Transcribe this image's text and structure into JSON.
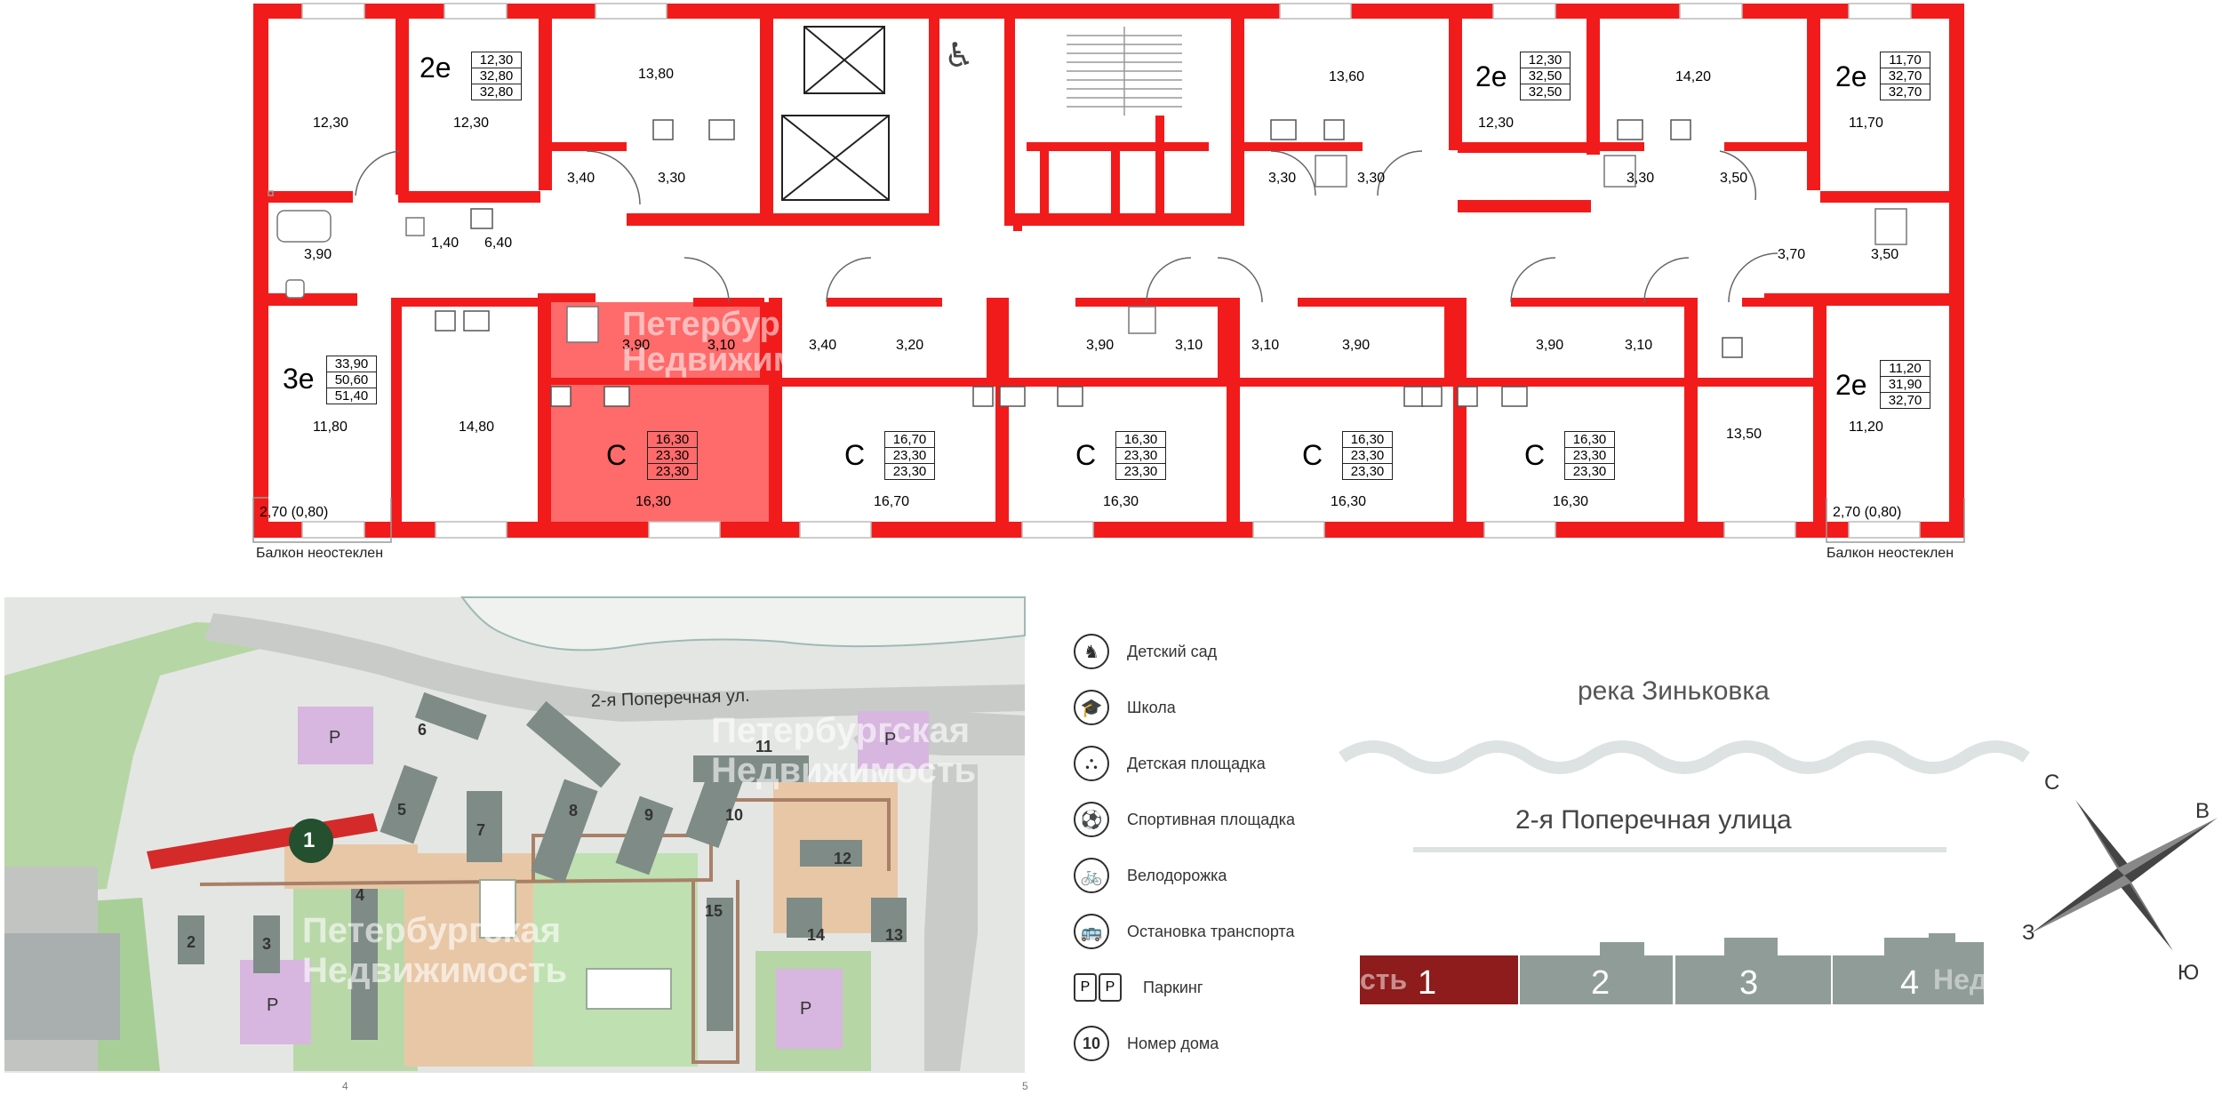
{
  "floor_plan": {
    "balcony_left": "2,70 (0,80)",
    "balcony_right": "2,70 (0,80)",
    "balcony_note_left": "Балкон неостеклен",
    "balcony_note_right": "Балкон неостеклен",
    "selected_apartment": "C 16,30 / 23,30 / 23,30",
    "room_areas": {
      "r1": "12,30",
      "r2": "12,30",
      "r3": "13,80",
      "r4": "3,40",
      "r5": "3,30",
      "r6": "3,90",
      "r7": "1,40",
      "r8": "6,40",
      "r9": "11,80",
      "r10": "14,80",
      "r11": "3,90",
      "r12": "3,10",
      "r13": "16,30",
      "r14": "3,40",
      "r15": "3,20",
      "r16": "16,70",
      "r17": "3,90",
      "r18": "3,10",
      "r19": "16,30",
      "r20": "3,10",
      "r21": "3,90",
      "r22": "16,30",
      "r23": "3,90",
      "r24": "3,10",
      "r25": "16,30",
      "r26": "13,60",
      "r27": "3,30",
      "r28": "3,30",
      "r29": "12,30",
      "r30": "14,20",
      "r31": "3,30",
      "r32": "3,50",
      "r33": "11,70",
      "r34": "3,70",
      "r35": "3,50",
      "r36": "13,50",
      "r37": "11,20"
    },
    "apartments": [
      {
        "type": "2е",
        "a": "12,30",
        "b": "32,80",
        "c": "32,80"
      },
      {
        "type": "3е",
        "a": "33,90",
        "b": "50,60",
        "c": "51,40"
      },
      {
        "type": "С",
        "a": "16,30",
        "b": "23,30",
        "c": "23,30"
      },
      {
        "type": "С",
        "a": "16,70",
        "b": "23,30",
        "c": "23,30"
      },
      {
        "type": "С",
        "a": "16,30",
        "b": "23,30",
        "c": "23,30"
      },
      {
        "type": "С",
        "a": "16,30",
        "b": "23,30",
        "c": "23,30"
      },
      {
        "type": "С",
        "a": "16,30",
        "b": "23,30",
        "c": "23,30"
      },
      {
        "type": "2е",
        "a": "12,30",
        "b": "32,50",
        "c": "32,50"
      },
      {
        "type": "2е",
        "a": "11,70",
        "b": "32,70",
        "c": "32,70"
      },
      {
        "type": "2е",
        "a": "11,20",
        "b": "31,90",
        "c": "32,70"
      }
    ]
  },
  "site_map": {
    "street_label": "2-я Поперечная ул.",
    "highlighted_building": "1",
    "building_numbers": [
      "1",
      "2",
      "3",
      "4",
      "5",
      "6",
      "7",
      "8",
      "9",
      "10",
      "11",
      "12",
      "13",
      "14",
      "15"
    ],
    "parking_label": "Р",
    "bottom_tick_4": "4",
    "bottom_tick_5": "5",
    "colors": {
      "highlight": "#d42a2a",
      "marker": "#24502f",
      "parking": "#d9b6e0"
    }
  },
  "legend": {
    "items": [
      {
        "icon": "rocking-horse-icon",
        "label": "Детский сад"
      },
      {
        "icon": "graduation-cap-icon",
        "label": "Школа"
      },
      {
        "icon": "playground-slide-icon",
        "label": "Детская площадка"
      },
      {
        "icon": "soccer-ball-icon",
        "label": "Спортивная площадка"
      },
      {
        "icon": "bicycle-icon",
        "label": "Велодорожка"
      },
      {
        "icon": "bus-icon",
        "label": "Остановка транспорта"
      },
      {
        "icon": "parking-icon",
        "label": "Паркинг"
      },
      {
        "icon": "house-number-icon",
        "label": "Номер дома",
        "value": "10"
      }
    ]
  },
  "orientation": {
    "river_label": "река Зиньковка",
    "street_label": "2-я Поперечная улица",
    "sections": [
      "1",
      "2",
      "3",
      "4"
    ],
    "active_section": "1",
    "compass": {
      "n": "С",
      "e": "В",
      "s": "Ю",
      "w": "З"
    }
  },
  "watermark": {
    "line1": "Петербургская",
    "line2": "Недвижимость",
    "fragment_a": "сть",
    "fragment_b": "Нед"
  },
  "colors": {
    "wall": "#f21b1b",
    "selected": "#ff6666",
    "accent_dark": "#8e1c1c",
    "section_gray": "#909c98"
  }
}
